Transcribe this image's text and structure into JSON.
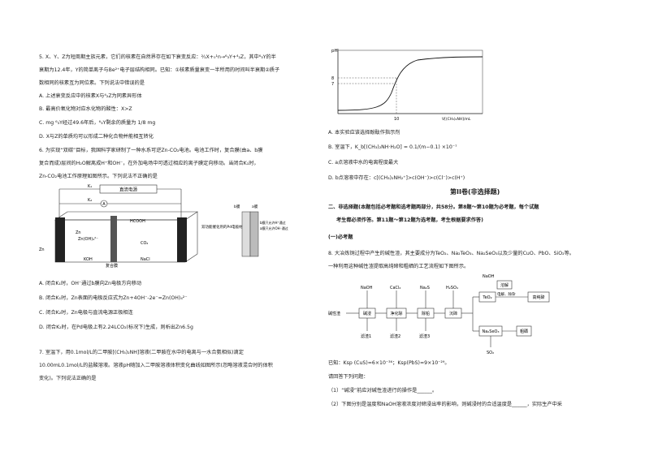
{
  "left": {
    "q5": [
      "5. X、Y、Z为短周期主族元素，它们的核素在自然界存在如下衰变反应：²⁄₁X+₀¹n→⁶₃Y+⁴₂Z，其中⁶₃Y的半",
      "衰期为12.4年，Y的简单离子与Be²⁺电子层结构相同。已知：①核素质量衰变一半所用的时间叫半衰期②质子",
      "数相同的核素互为同位素。下列说法中错误的是",
      "A. 上述衰变反应中的核素X与⁴₂Z为同素异形体",
      "B. 最高价氧化物对应水化物的酸性：X>Z",
      "C. mg ⁶₃Y经过49.6年后，⁶₃Y剩余的质量为 1/8 mg",
      "D. X与Z的单质均可以形成二种化合物并能相互转化"
    ],
    "q6": [
      "6. 为实现“双碳”目标，我国科学家研制了一种水系可逆Zn-CO₂电池。电池工作时，复合膜(由a、b膜",
      "复合而成)层间的H₂O解离成H⁺和OH⁻，在外加电场中可透过相应的离子膜定向移动。当闭合K₁时，",
      "Zn-CO₂电池工作原理如图所示。下列说法不正确的是"
    ],
    "q6_options": [
      "A. 闭合K₁时，OH⁻通过b膜向Zn电极方向移动",
      "B. 闭合K₁时，Zn表面的电极反应式为Zn+4OH⁻-2e⁻=Zn(OH)₄²⁻",
      "C. 闭合K₂时，Zn电极与直流电源正极相连",
      "D. 闭合K₂时，在Pd电极上有2.24LCO₂(标况下)生成，则析出Zn6.5g"
    ],
    "q7": [
      "7. 室温下，用0.1mol/L的二甲胺[(CH₃)₂NH]溶液(二甲胺在水中的电离与一水合氨相似)滴定",
      "10.00mL0.1mol/L的盐酸溶液。溶液pH随加入二甲胺溶液体积变化曲线如图所示(忽略溶液混合时的体积",
      "变化)。下列说法正确的是"
    ],
    "diagram": {
      "k1": "K₁",
      "k2": "K₂",
      "power": "直流电源",
      "meter": "A",
      "zn": "Zn",
      "zn_oh": "Zn(OH)₄²⁻",
      "hcooh": "HCOOH",
      "co2": "CO₂",
      "koh": "KOH",
      "nacl": "NaCl",
      "membrane_label": "复合膜",
      "pd_label": "双功能催化剂的Pd电极材料",
      "membrane_b": "b膜",
      "membrane_a": "a膜",
      "b_note": "b膜只允许H⁺通过",
      "a_note": "a膜只允许OH⁻通过",
      "zn_label": "Zn"
    }
  },
  "right": {
    "chart_labels": {
      "ylabel": "pH",
      "ymarks": [
        "8",
        "7"
      ],
      "xtick": "10",
      "xlabel": "V[(CH₃)₂NH]/mL"
    },
    "q7_options": [
      "A. 本实验应该选择酚酞作指示剂",
      "B. 室温下，K_b[(CH₃)₂NH·H₂O] = 0.1/(m−0.1) ×10⁻⁷",
      "C. a点溶液中水的电离程度最大",
      "D. b点溶液中存在：c[(CH₃)₂NH₂⁺]>c(OH⁻)>c(Cl⁻)>c(H⁺)"
    ],
    "section_title": "第II卷(非选择题)",
    "section2": [
      "二、非选择题(本题包括必考题和选考题两部分，共58分。第8题～第10题为必考题，每个试题",
      "考生都必须作答。第11题～第12题为选考题，考生根据要求作答)"
    ],
    "required": "(一)必考题",
    "q8": [
      "8. 大冶炼铜过程中产生的碱性渣，其主要成分为TeO₂、Na₂TeO₃、Na₂SeO₃以及少量的CuO、PbO、SiO₂等。",
      "一种利用这种碱性渣提取高纯碲和粗硒的工艺流程如下图所示。"
    ],
    "flow": {
      "start": "碱性渣",
      "s1": "碱浸",
      "s2": "净化除",
      "s3": "除铅",
      "s4": "沉碲",
      "r1": "NaOH",
      "r2": "CaCl₂",
      "r3": "Na₂S",
      "r4": "H₂SO₄",
      "r5": "NaOH",
      "w1": "滤渣1",
      "w2": "滤渣2",
      "w3": "滤渣3",
      "teo2": "TeO₂",
      "dissolve": "溶解",
      "elec": "电解、除杂",
      "te": "高纯碲",
      "na2seo3": "Na₂SeO₃",
      "se": "粗硒",
      "so2": "SO₂"
    },
    "ksp": "已知：Ksp (CuS)=6×10⁻³⁶；Ksp(PbS)=9×10⁻²⁹。",
    "ask": "请回答下列问题：",
    "q8_1": "（1）“碱浸”前应对碱性渣进行的操作是______。",
    "q8_2": "（2）下图分别是温度和NaOH溶液浓度对碲浸出率的影响，则碱浸时的合适温度是______，实际生产中采"
  }
}
